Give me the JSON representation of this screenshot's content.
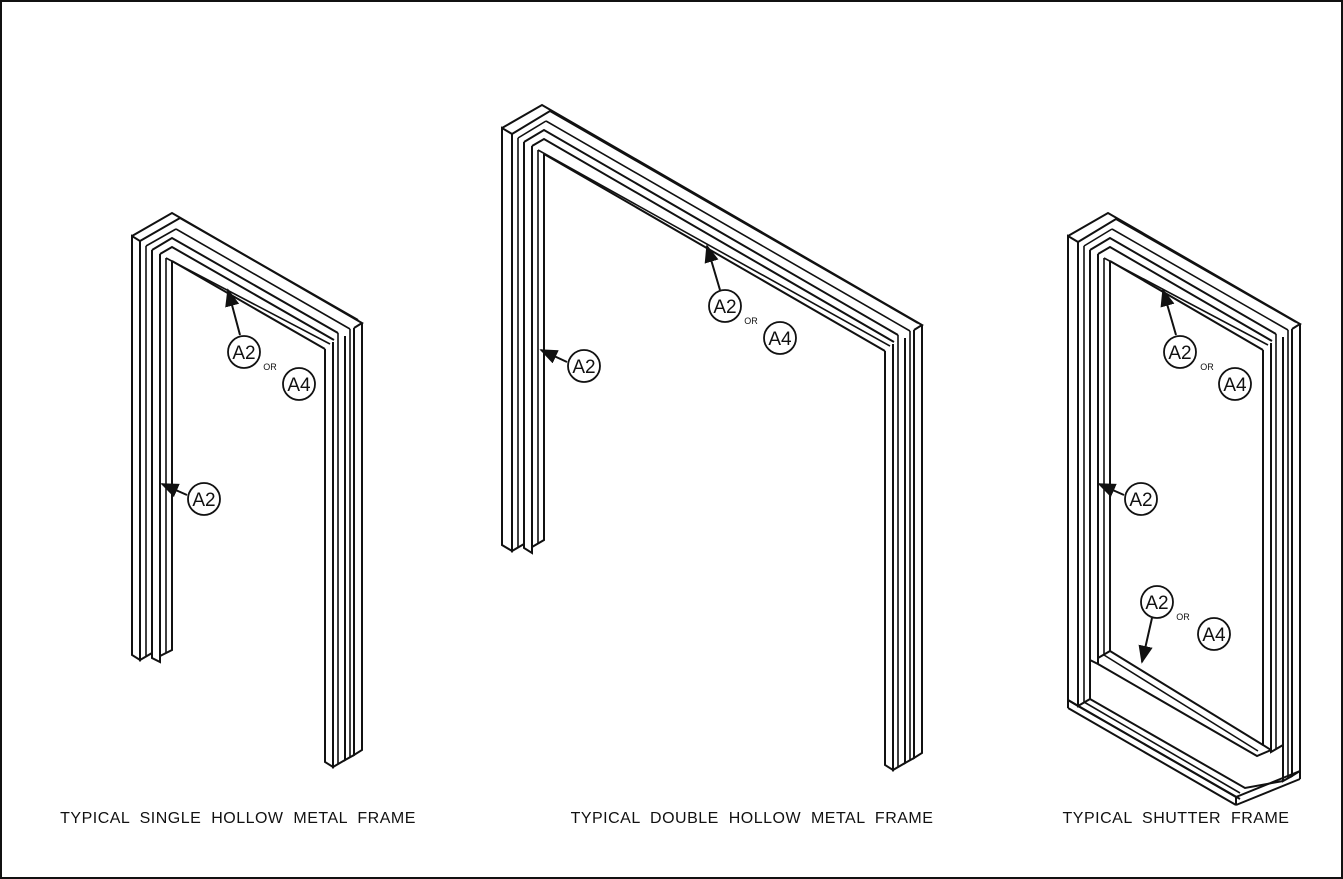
{
  "frames": [
    {
      "caption": "TYPICAL  SINGLE  HOLLOW  METAL  FRAME",
      "tags": {
        "head_primary": "A2",
        "head_or": "OR",
        "head_alt": "A4",
        "jamb": "A2"
      }
    },
    {
      "caption": "TYPICAL  DOUBLE  HOLLOW  METAL  FRAME",
      "tags": {
        "head_primary": "A2",
        "head_or": "OR",
        "head_alt": "A4",
        "jamb": "A2"
      }
    },
    {
      "caption": "TYPICAL  SHUTTER  FRAME",
      "tags": {
        "head_primary": "A2",
        "head_or": "OR",
        "head_alt": "A4",
        "jamb": "A2",
        "sill_primary": "A2",
        "sill_or": "OR",
        "sill_alt": "A4"
      }
    }
  ]
}
